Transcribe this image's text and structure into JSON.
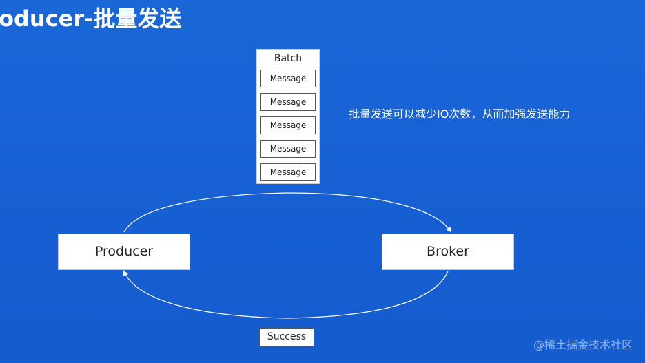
{
  "title": "oducer-批量发送",
  "batch": {
    "label": "Batch",
    "messages": [
      "Message",
      "Message",
      "Message",
      "Message",
      "Message"
    ]
  },
  "note": "批量发送可以减少IO次数，从而加强发送能力",
  "nodes": {
    "producer": "Producer",
    "broker": "Broker"
  },
  "success": "Success",
  "watermark": "@稀土掘金技术社区",
  "colors": {
    "background": "#1660d3",
    "box": "#ffffff",
    "text": "#222222",
    "arrow": "#ffffff"
  }
}
